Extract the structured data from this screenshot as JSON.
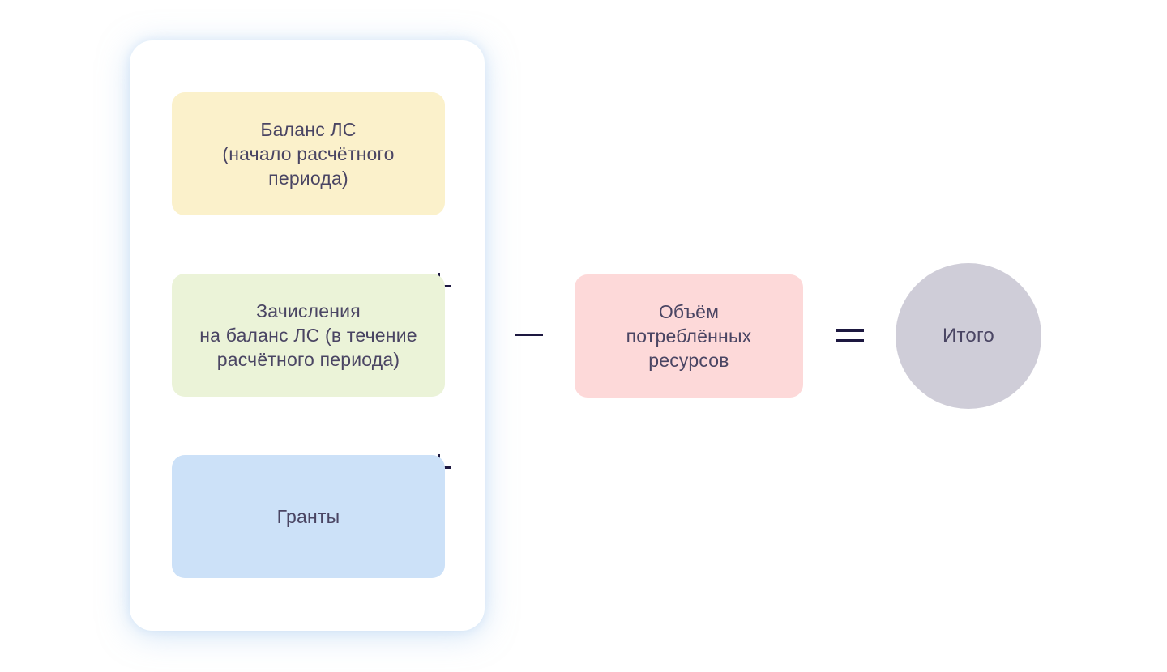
{
  "diagram": {
    "addends": [
      {
        "label": "Баланс ЛС\n(начало расчётного\nпериода)",
        "color": "#FBF1CB"
      },
      {
        "label": "Зачисления\nна баланс ЛС (в течение\nрасчётного периода)",
        "color": "#EBF3D8"
      },
      {
        "label": "Гранты",
        "color": "#CCE1F8"
      }
    ],
    "operators": {
      "plus": "+",
      "minus": "−",
      "equals": "="
    },
    "subtrahend": {
      "label": "Объём\nпотреблённых\nресурсов",
      "color": "#FDD9D9"
    },
    "result": {
      "label": "Итого",
      "color": "#CFCDD8"
    },
    "colors": {
      "text": "#4A4563",
      "sign": "#1D1840",
      "card_glow": "#AACBF0"
    }
  }
}
